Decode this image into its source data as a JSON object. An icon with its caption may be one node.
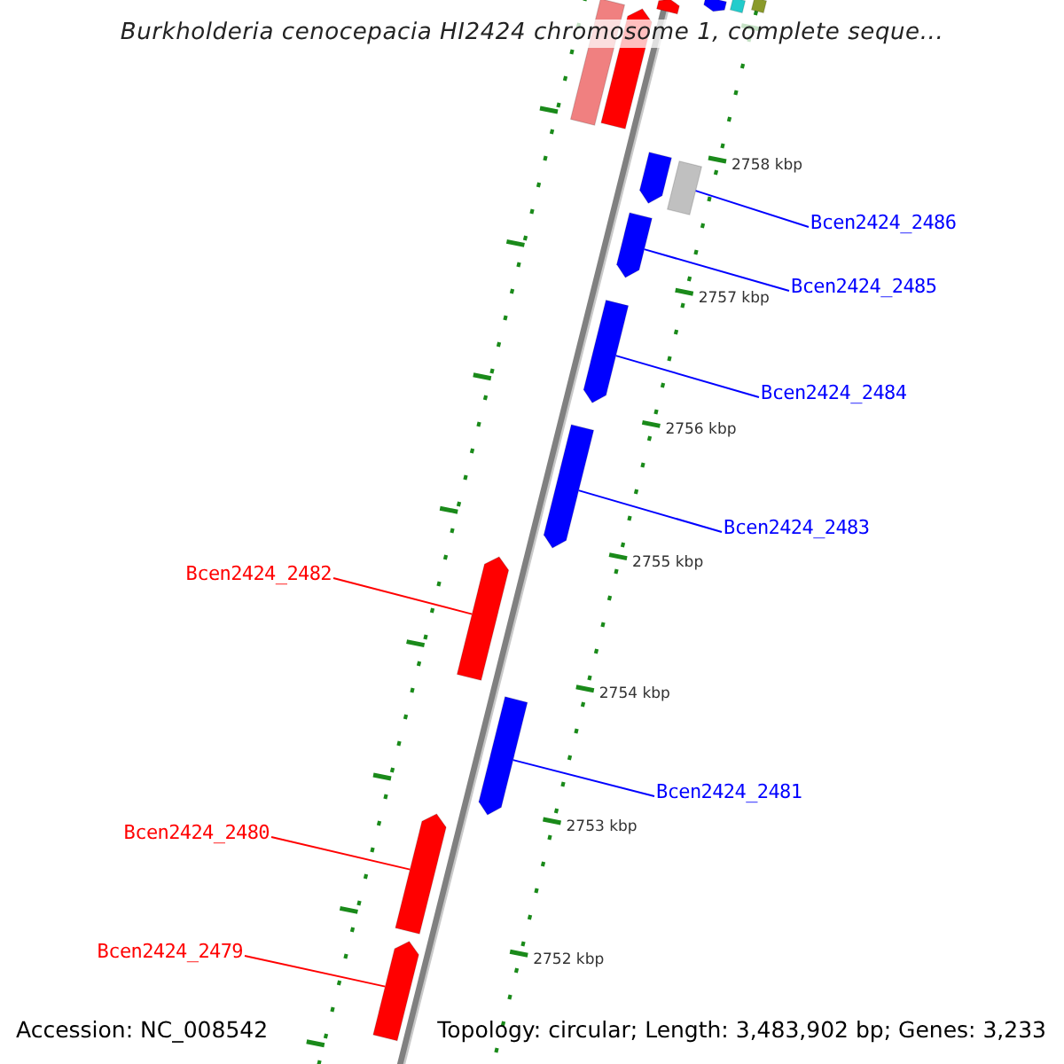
{
  "diagram": {
    "title": "Burkholderia cenocepacia HI2424 chromosome 1, complete seque...",
    "nodes": [
      {
        "text": [],
        "shape": "arrow"
      },
      {
        "text": [],
        "shape": "arrow"
      },
      {
        "text": [],
        "shape": "bar"
      },
      {
        "text": [],
        "shape": "bar"
      },
      {
        "text": [],
        "shape": "bar"
      },
      {
        "text": [],
        "shape": "arrow"
      },
      {
        "text": [],
        "shape": "arrow"
      },
      {
        "text": [],
        "shape": "bar"
      },
      {
        "text": [
          "Bcen2424_2486"
        ]
      },
      {
        "text": [],
        "shape": "arrow"
      },
      {
        "text": [
          "Bcen2424_2485"
        ]
      },
      {
        "text": [],
        "shape": "arrow"
      },
      {
        "text": [
          "Bcen2424_2484"
        ]
      },
      {
        "text": [],
        "shape": "arrow"
      },
      {
        "text": [
          "Bcen2424_2483"
        ]
      },
      {
        "text": [
          "Bcen2424_2482"
        ]
      },
      {
        "text": [],
        "shape": "arrow"
      },
      {
        "text": [],
        "shape": "arrow"
      },
      {
        "text": [
          "Bcen2424_2481"
        ]
      },
      {
        "text": [
          "Bcen2424_2480"
        ]
      },
      {
        "text": [],
        "shape": "arrow"
      },
      {
        "text": [
          "Bcen2424_2479"
        ]
      },
      {
        "text": [],
        "shape": "arrow"
      }
    ],
    "edges": [
      {
        "from": 8,
        "to": 7,
        "arrow": "none"
      },
      {
        "from": 10,
        "to": 9,
        "arrow": "none"
      },
      {
        "from": 12,
        "to": 11,
        "arrow": "none"
      },
      {
        "from": 14,
        "to": 13,
        "arrow": "none"
      },
      {
        "from": 15,
        "to": 16,
        "arrow": "none",
        "color": "#ff0000"
      },
      {
        "from": 18,
        "to": 17,
        "arrow": "none"
      },
      {
        "from": 19,
        "to": 20,
        "arrow": "none",
        "color": "#ff0000"
      },
      {
        "from": 21,
        "to": 22,
        "arrow": "none",
        "color": "#ff0000"
      }
    ],
    "labels": [
      "2758 kbp",
      "2757 kbp",
      "2756 kbp",
      "2755 kbp",
      "2754 kbp",
      "2753 kbp",
      "2752 kbp",
      "Accession: NC_008542",
      "Topology: circular; Length: 3,483,902 bp; Genes: 3,233"
    ]
  }
}
